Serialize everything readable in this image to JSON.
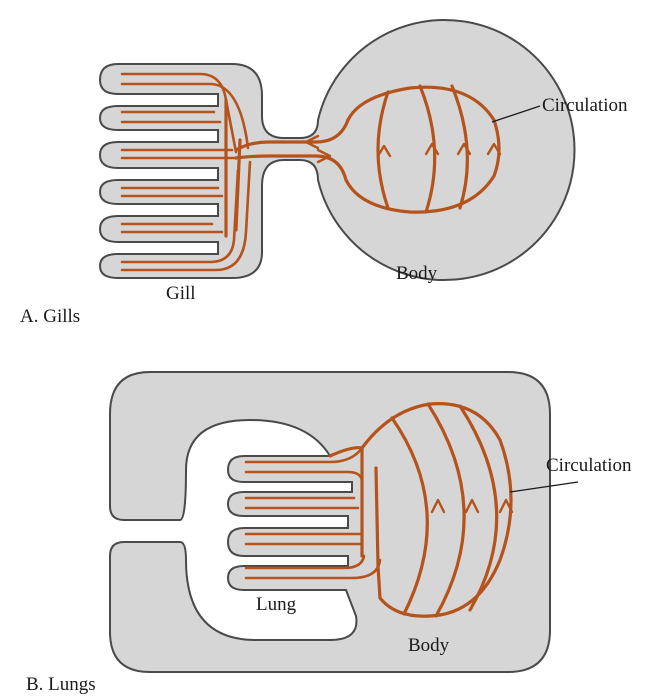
{
  "panels": {
    "gills": {
      "panel_label": "A.  Gills",
      "organ_label": "Gill",
      "body_label": "Body",
      "circulation_label": "Circulation"
    },
    "lungs": {
      "panel_label": "B.  Lungs",
      "organ_label": "Lung",
      "body_label": "Body",
      "circulation_label": "Circulation"
    }
  },
  "colors": {
    "tissue": "#d6d6d6",
    "outline": "#4a4a4a",
    "vessel": "#b5531c",
    "text": "#1a1a1a"
  }
}
